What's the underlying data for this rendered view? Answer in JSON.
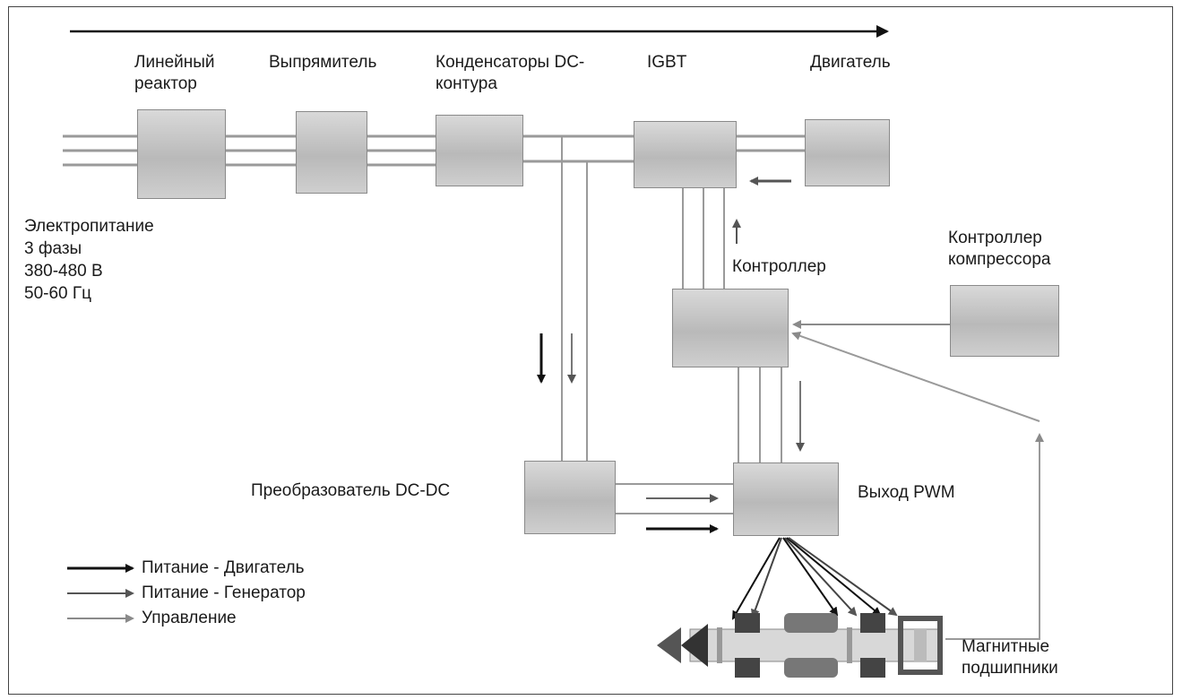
{
  "labels": {
    "line_reactor": [
      "Линейный",
      "реактор"
    ],
    "rectifier": "Выпрямитель",
    "dc_capacitors": [
      "Конденсаторы DC-",
      "контура"
    ],
    "igbt": "IGBT",
    "motor": "Двигатель",
    "power_supply": [
      "Электропитание",
      "3 фазы",
      "380-480 В",
      "50-60 Гц"
    ],
    "controller": "Контроллер",
    "compressor_controller": [
      "Контроллер",
      "компрессора"
    ],
    "dc_dc_converter": "Преобразователь DC-DC",
    "pwm_output": "Выход PWM",
    "magnetic_bearings": [
      "Магнитные",
      "подшипники"
    ]
  },
  "legend": [
    {
      "label": "Питание - Двигатель",
      "color": "#111111"
    },
    {
      "label": "Питание - Генератор",
      "color": "#555555"
    },
    {
      "label": "Управление",
      "color": "#888888"
    }
  ],
  "colors": {
    "line": "#9a9a9a",
    "arrow_dark": "#111111",
    "arrow_mid": "#555555",
    "arrow_light": "#8a8a8a"
  }
}
